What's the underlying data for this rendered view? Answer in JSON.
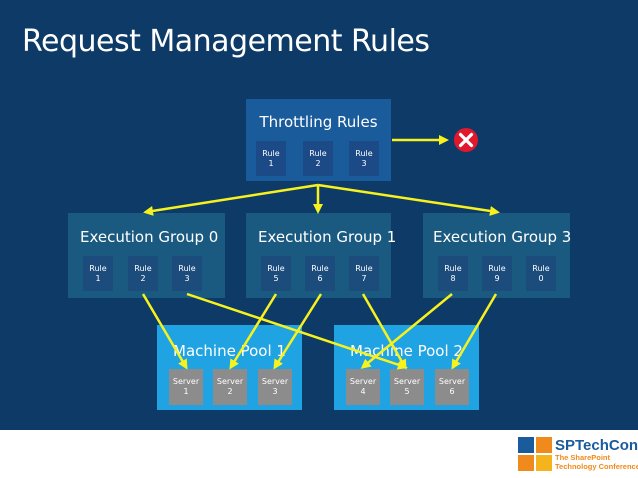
{
  "slide": {
    "title": "Request Management Rules"
  },
  "throttling": {
    "label": "Throttling Rules",
    "rules": [
      {
        "l1": "Rule",
        "l2": "1"
      },
      {
        "l1": "Rule",
        "l2": "2"
      },
      {
        "l1": "Rule",
        "l2": "3"
      }
    ]
  },
  "groups": [
    {
      "label": "Execution Group 0",
      "rules": [
        {
          "l1": "Rule",
          "l2": "1"
        },
        {
          "l1": "Rule",
          "l2": "2"
        },
        {
          "l1": "Rule",
          "l2": "3"
        }
      ]
    },
    {
      "label": "Execution Group 1",
      "rules": [
        {
          "l1": "Rule",
          "l2": "5"
        },
        {
          "l1": "Rule",
          "l2": "6"
        },
        {
          "l1": "Rule",
          "l2": "7"
        }
      ]
    },
    {
      "label": "Execution Group 3",
      "rules": [
        {
          "l1": "Rule",
          "l2": "8"
        },
        {
          "l1": "Rule",
          "l2": "9"
        },
        {
          "l1": "Rule",
          "l2": "0"
        }
      ]
    }
  ],
  "pools": [
    {
      "label": "Machine Pool 1",
      "servers": [
        {
          "l1": "Server",
          "l2": "1"
        },
        {
          "l1": "Server",
          "l2": "2"
        },
        {
          "l1": "Server",
          "l2": "3"
        }
      ]
    },
    {
      "label": "Machine Pool 2",
      "servers": [
        {
          "l1": "Server",
          "l2": "4"
        },
        {
          "l1": "Server",
          "l2": "5"
        },
        {
          "l1": "Server",
          "l2": "6"
        }
      ]
    }
  ],
  "icons": {
    "blocked": "close-icon",
    "brand": "sptechcon-logo-icon"
  },
  "colors": {
    "background": "#0d3a66",
    "throttling_panel": "#1a5b9c",
    "group_panel": "#1a5a80",
    "pool_panel": "#1fa3e3",
    "server_tile": "#8c8c8c",
    "arrow": "#f7f21e",
    "blocked": "#e0182d"
  },
  "brand": {
    "name": "SPTechCon",
    "tagline_1": "The SharePoint",
    "tagline_2": "Technology Conference"
  }
}
